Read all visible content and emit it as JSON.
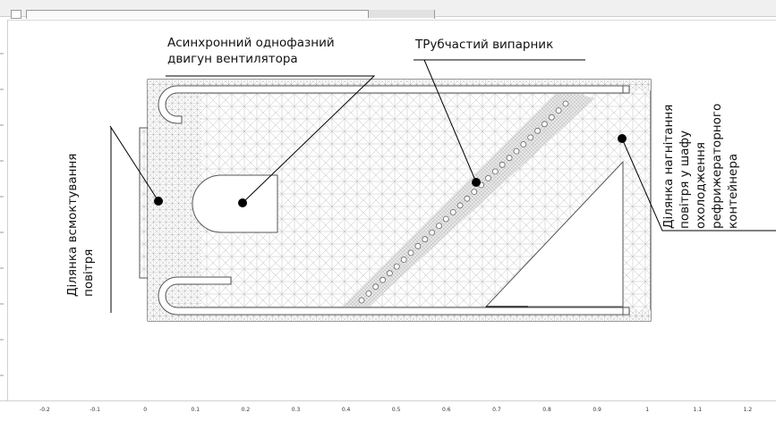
{
  "labels": {
    "motor": [
      "Асинхронний однофазний",
      "двигун вентилятора"
    ],
    "evaporator": "ТРубчастий випарник",
    "intake": [
      "Ділянка всмоктування",
      "повітря"
    ],
    "discharge": [
      "Ділянка нагнітання",
      "повітря у шафу",
      "охолодження",
      "рефрижераторного",
      "контейнера"
    ]
  },
  "axis": {
    "ticks": [
      "-0.2",
      "-0.1",
      "0",
      "0.1",
      "0.2",
      "0.3",
      "0.4",
      "0.5",
      "0.6",
      "0.7",
      "0.8",
      "0.9",
      "1",
      "1.1",
      "1.2"
    ]
  },
  "colors": {
    "mesh": "#b4b4b4",
    "outline": "#555555",
    "marker": "#000000"
  }
}
